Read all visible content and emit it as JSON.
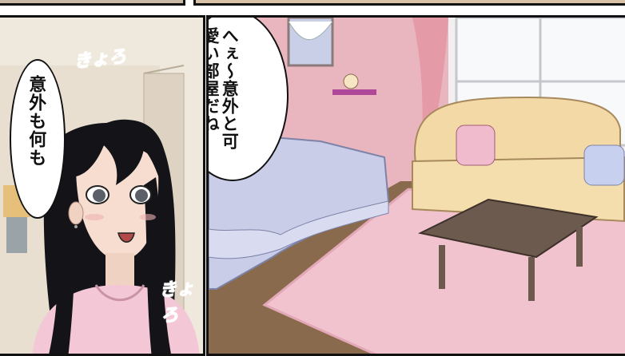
{
  "panels": {
    "left": {
      "bubble_text": "意外も何も",
      "sfx_top": "きょろ",
      "sfx_bottom": "きょろ"
    },
    "right": {
      "bubble_text": "へぇ～意外と可愛い部屋だね"
    }
  },
  "colors": {
    "border": "#111111",
    "wall_pink": "#e9b5bf",
    "floor_wood": "#8a6a4c",
    "rug_pink": "#f1c3cf",
    "sofa": "#f2d9a6",
    "bed": "#c9cde8",
    "table": "#6d5a4e",
    "sfx_purple": "#8e4fb3",
    "hair": "#141418"
  }
}
